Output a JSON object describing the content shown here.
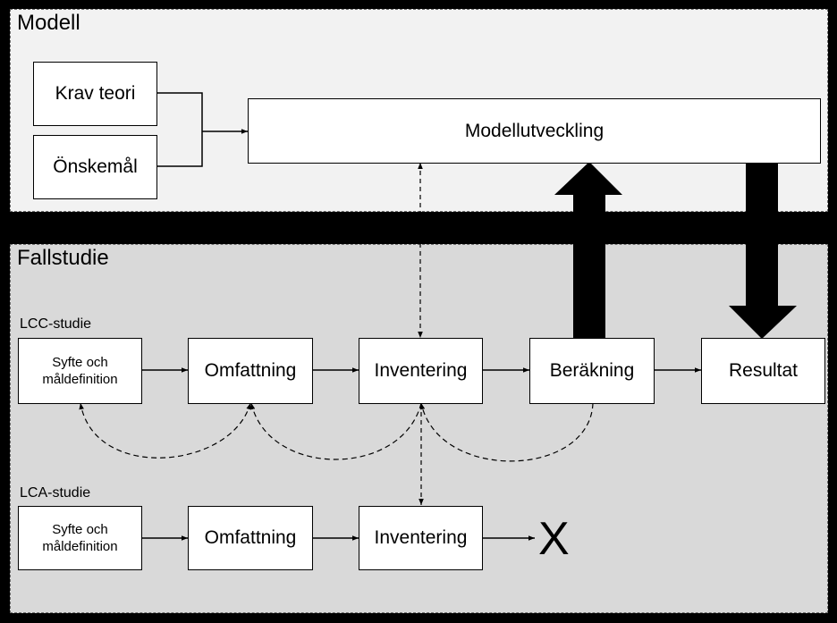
{
  "model": {
    "title": "Modell",
    "req_theory": "Krav teori",
    "wishes": "Önskemål",
    "dev": "Modellutveckling"
  },
  "case_study": {
    "title": "Fallstudie",
    "lcc": {
      "label": "LCC-studie",
      "steps": [
        "Syfte och\nmåldefinition",
        "Omfattning",
        "Inventering",
        "Beräkning",
        "Resultat"
      ]
    },
    "lca": {
      "label": "LCA-studie",
      "steps": [
        "Syfte och\nmåldefinition",
        "Omfattning",
        "Inventering"
      ],
      "stop_mark": "X"
    }
  }
}
